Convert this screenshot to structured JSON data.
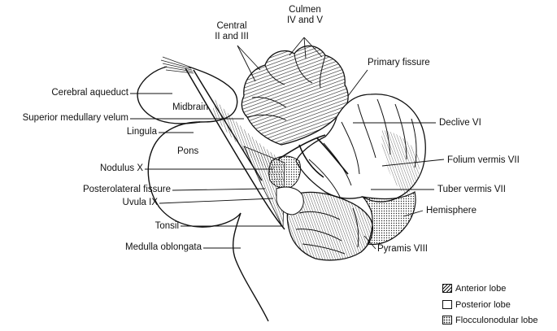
{
  "labels": {
    "culmen": "Culmen",
    "culmen_roman": "IV and V",
    "central": "Central",
    "central_roman": "II and III",
    "primary_fissure": "Primary fissure",
    "cerebral_aqueduct": "Cerebral aqueduct",
    "midbrain": "Midbrain",
    "superior_medullary_velum": "Superior medullary velum",
    "declive": "Declive VI",
    "lingula": "Lingula",
    "pons": "Pons",
    "folium": "Folium vermis VII",
    "nodulus": "Nodulus X",
    "posterolateral_fissure": "Posterolateral fissure",
    "tuber": "Tuber vermis VII",
    "uvula": "Uvula IX",
    "hemisphere": "Hemisphere",
    "tonsil": "Tonsil",
    "pyramis": "Pyramis VIII",
    "medulla": "Medulla oblongata"
  },
  "legend": {
    "anterior": "Anterior lobe",
    "posterior": "Posterior lobe",
    "flocculonodular": "Flocculonodular lobe"
  }
}
